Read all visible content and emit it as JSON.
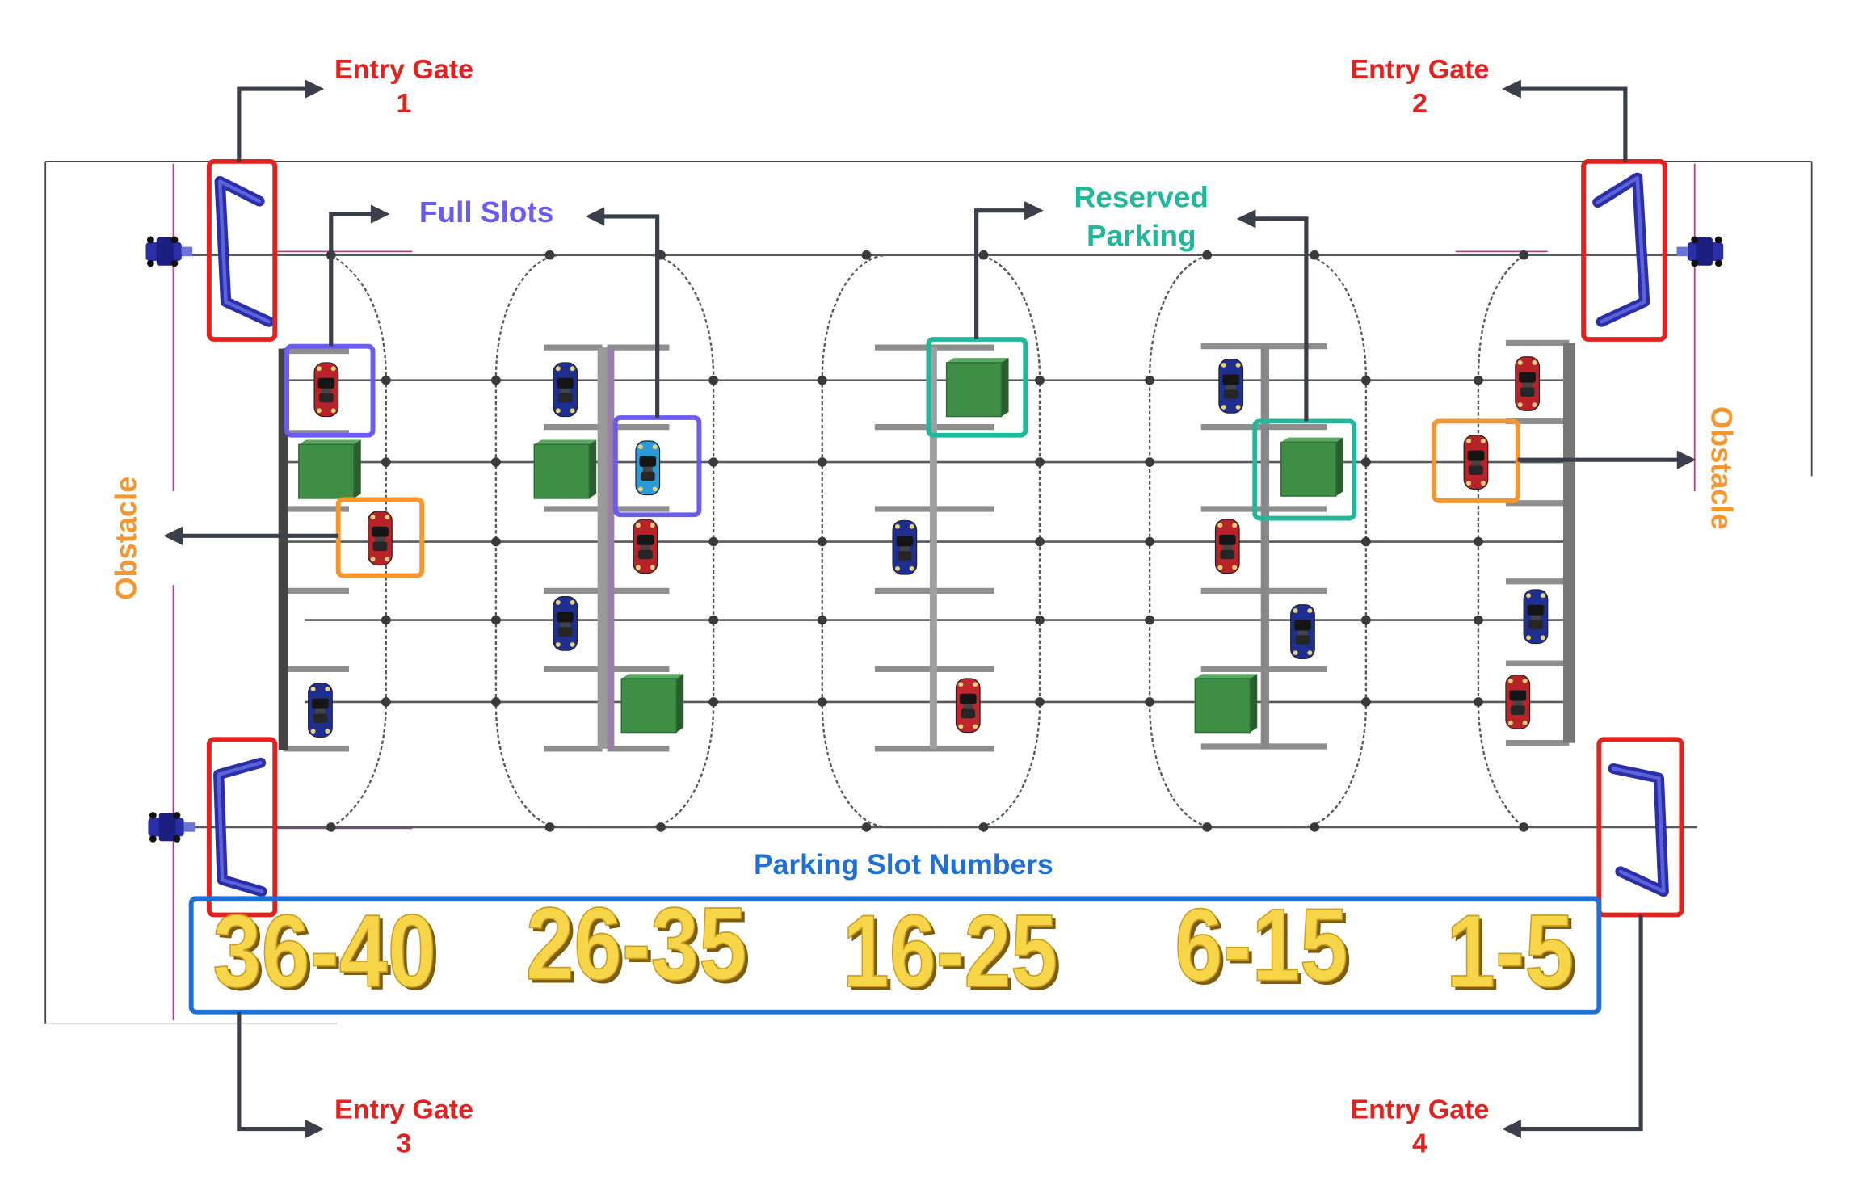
{
  "gates": [
    {
      "label": "Entry Gate",
      "number": "1"
    },
    {
      "label": "Entry Gate",
      "number": "2"
    },
    {
      "label": "Entry Gate",
      "number": "3"
    },
    {
      "label": "Entry Gate",
      "number": "4"
    }
  ],
  "callouts": {
    "full_slots": "Full Slots",
    "reserved_line1": "Reserved",
    "reserved_line2": "Parking",
    "obstacle_left": "Obstacle",
    "obstacle_right": "Obstacle"
  },
  "slot_numbers": {
    "title": "Parking Slot Numbers",
    "ranges": [
      "36-40",
      "26-35",
      "16-25",
      "6-15",
      "1-5"
    ]
  },
  "icons": {
    "car": "car-icon",
    "reserved_block": "reserved-block-icon",
    "gate": "barrier-gate-icon",
    "gate_machine": "gate-vehicle-icon"
  },
  "colors": {
    "entry_gate": "#e0231f",
    "full_slots": "#6a5cf0",
    "reserved": "#1fb89a",
    "obstacle": "#f5962e",
    "slot_numbers": "#1f6fd6",
    "slot_range_text": "#f7d548",
    "car_red": "#b8232a",
    "car_blue": "#1f2f8f",
    "reserved_block": "#3e8e46"
  }
}
